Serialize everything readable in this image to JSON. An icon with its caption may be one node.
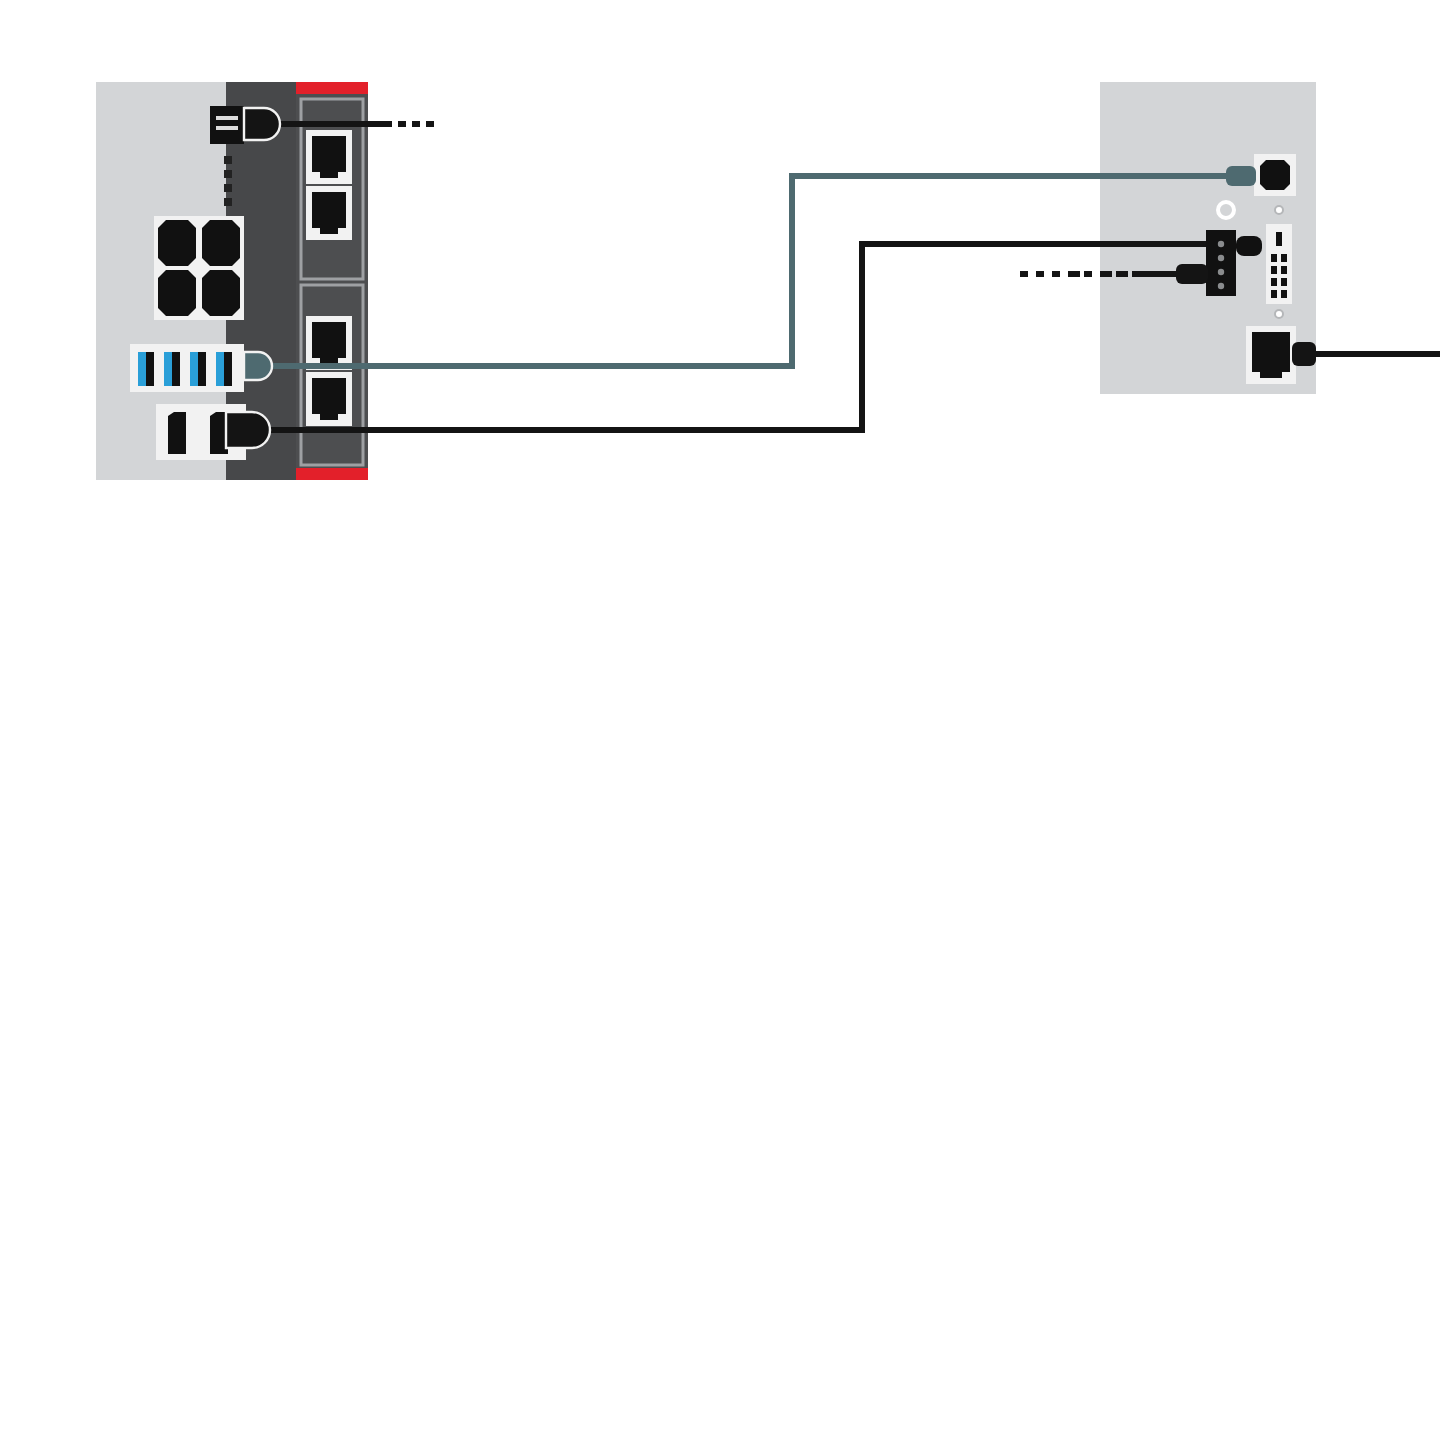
{
  "diagram": {
    "nodes": [
      {
        "text": [],
        "shape": "picture"
      },
      {
        "text": [],
        "shape": "picture"
      }
    ],
    "edges": [
      {
        "from": 0,
        "to": 1,
        "arrow": "none",
        "color": "#4e6a70"
      },
      {
        "from": 0,
        "to": 1,
        "arrow": "none"
      },
      {
        "from": 0,
        "to": null,
        "arrow": "none",
        "style": "dashed"
      },
      {
        "from": null,
        "to": 1,
        "arrow": "none",
        "style": "dashed"
      },
      {
        "from": 1,
        "to": null,
        "arrow": "none"
      }
    ]
  }
}
